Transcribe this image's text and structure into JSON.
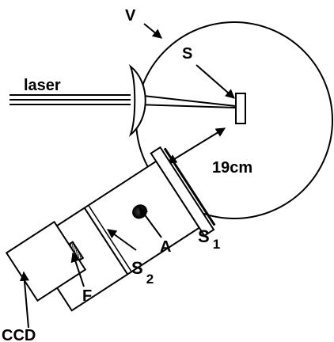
{
  "colors": {
    "ink": "#000000",
    "paper": "#ffffff"
  },
  "labels": {
    "vessel": "V",
    "sample": "S",
    "laser": "laser",
    "distance": "19cm",
    "aperture": "A",
    "slit1_letter": "S",
    "slit1_sub": "1",
    "slit2_letter": "S",
    "slit2_sub": "2",
    "filter": "F",
    "camera": "CCD"
  }
}
